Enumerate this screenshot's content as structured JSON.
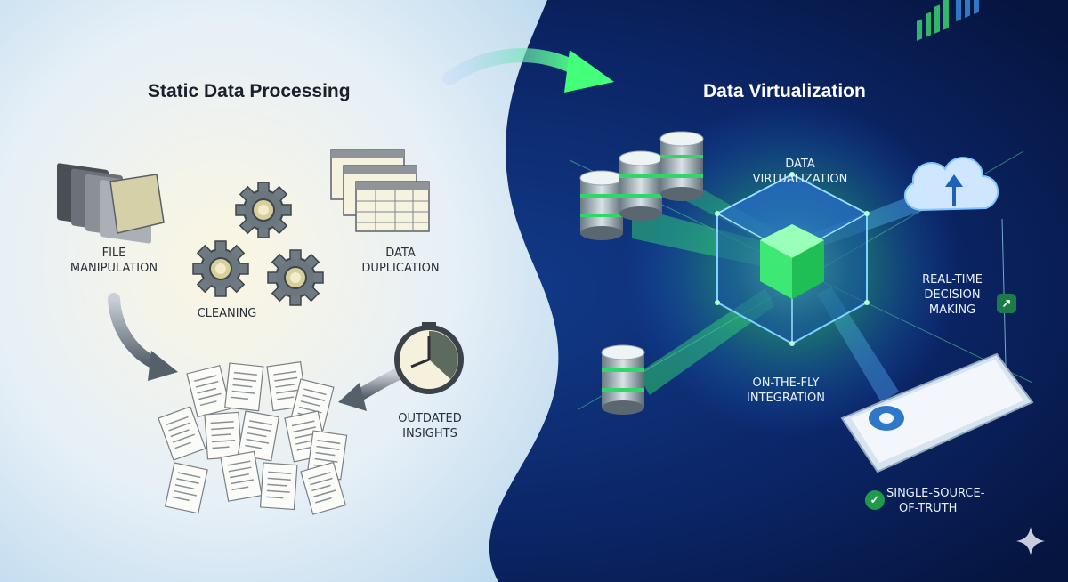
{
  "left_panel": {
    "title": "Static Data Processing",
    "labels": {
      "file_manipulation": [
        "FILE",
        "MANIPULATION"
      ],
      "cleaning": "CLEANING",
      "data_duplication": [
        "DATA",
        "DUPLICATION"
      ],
      "outdated_insights": [
        "OUTDATED",
        "INSIGHTS"
      ]
    }
  },
  "right_panel": {
    "title": "Data Virtualization",
    "labels": {
      "data_virtualization": [
        "DATA",
        "VIRTUALIZATION"
      ],
      "on_the_fly": [
        "ON-THE-FLY",
        "INTEGRATION"
      ],
      "real_time": [
        "REAL-TIME",
        "DECISION",
        "MAKING"
      ],
      "single_source": [
        "SINGLE-SOURCE-",
        "OF-TRUTH"
      ]
    }
  },
  "icons": [
    "folders-icon",
    "gear-icon",
    "spreadsheet-icon",
    "documents-pile-icon",
    "clock-icon",
    "database-icon",
    "cube-icon",
    "cloud-upload-icon",
    "tablet-dashboard-icon",
    "checkmark-icon",
    "trend-chart-icon",
    "transition-arrow-icon",
    "sparkle-icon"
  ],
  "colors": {
    "left_bg": "#f7f4e6",
    "right_bg": "#0a1d4e",
    "accent_green": "#36e06a",
    "accent_blue": "#3aa8ff"
  }
}
